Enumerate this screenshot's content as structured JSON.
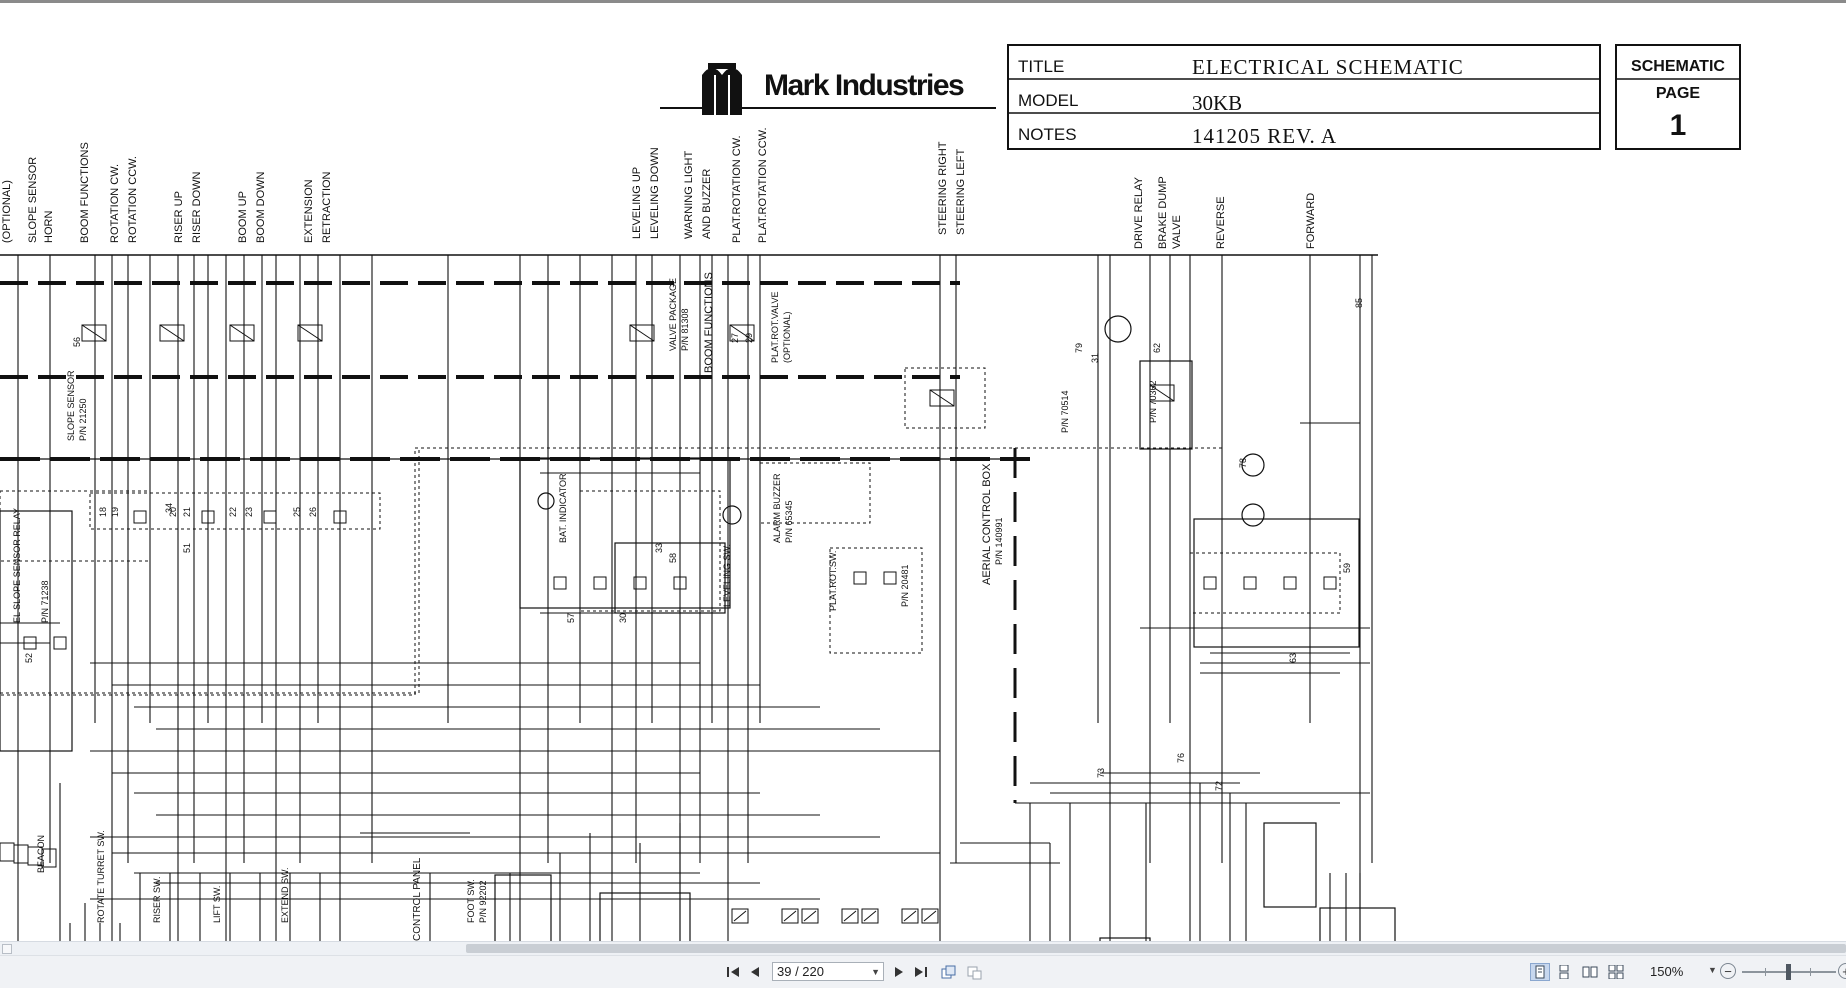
{
  "document": {
    "brand": "Mark Industries",
    "title_block": {
      "title_label": "TITLE",
      "title_value": "ELECTRICAL SCHEMATIC",
      "model_label": "MODEL",
      "model_value": "30KB",
      "notes_label": "NOTES",
      "notes_value": "141205 REV. A"
    },
    "page_box": {
      "line1": "SCHEMATIC",
      "line2": "PAGE",
      "number": "1"
    },
    "function_labels": [
      "(OPTIONAL)",
      "SLOPE SENSOR",
      "HORN",
      "BOOM FUNCTIONS",
      "ROTATION CW.",
      "ROTATION CCW.",
      "RISER UP",
      "RISER DOWN",
      "BOOM UP",
      "BOOM DOWN",
      "EXTENSION",
      "RETRACTION",
      "LEVELING UP",
      "LEVELING DOWN",
      "WARNING LIGHT",
      "AND BUZZER",
      "PLAT.ROTATION CW.",
      "PLAT.ROTATION CCW.",
      "STEERING RIGHT",
      "STEERING LEFT",
      "DRIVE RELAY",
      "BRAKE DUMP",
      "VALVE",
      "REVERSE",
      "FORWARD"
    ],
    "component_labels": [
      "SLOPE SENSOR",
      "P/N 21250",
      "VALVE PACKAGE",
      "P/N 81308",
      "BOOM FUNCTIONS",
      "PLAT.ROT.VALVE",
      "(OPTIONAL)",
      "AERIAL CONTROL BOX",
      "P/N 140991",
      "BAT. INDICATOR",
      "ALARM BUZZER",
      "P/N 65345",
      "LEVELING SW.",
      "PLAT.ROT.SW.",
      "P/N 20481",
      "EL SLOPE SENSOR RELAY",
      "P/N 71238",
      "P/N 70514",
      "P/N 70362",
      "ROTATE TURRET SW.",
      "RISER SW.",
      "LIFT SW.",
      "EXTEND SW.",
      "CONTROL PANEL",
      "FOOT SW.",
      "P/N 92202",
      "BEACON"
    ],
    "wire_numbers": [
      "18",
      "19",
      "20",
      "21",
      "22",
      "23",
      "25",
      "26",
      "27",
      "29",
      "30",
      "31",
      "33",
      "34",
      "51",
      "52",
      "56",
      "57",
      "58",
      "59",
      "62",
      "63",
      "72",
      "73",
      "76",
      "78",
      "79",
      "85"
    ]
  },
  "viewer": {
    "page_field_value": "39 / 220",
    "zoom_value": "150%",
    "nav": [
      "first-page",
      "previous-page",
      "next-page",
      "last-page"
    ],
    "view_modes": [
      "single-page",
      "continuous",
      "facing",
      "continuous-facing"
    ]
  }
}
